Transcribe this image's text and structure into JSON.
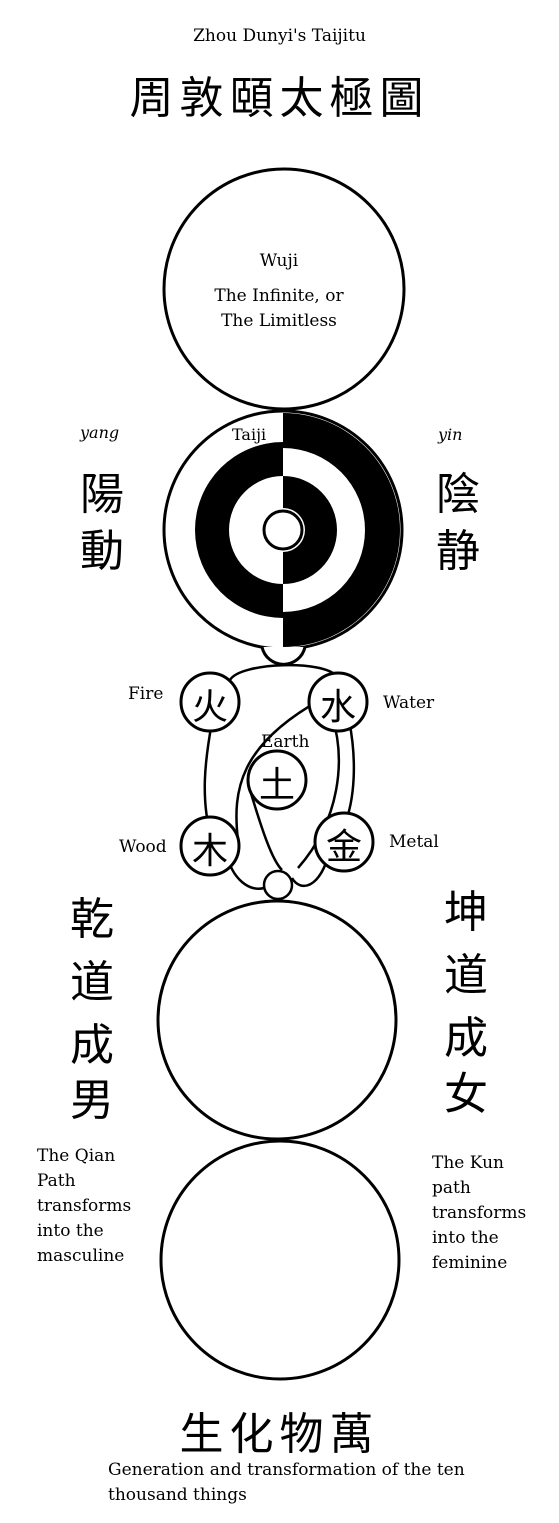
{
  "header": {
    "title_en": "Zhou Dunyi's Taijitu",
    "title_zh": "周敦頤太極圖"
  },
  "wuji": {
    "name": "Wuji",
    "desc_line1": "The Infinite, or",
    "desc_line2": "The Limitless"
  },
  "taiji": {
    "name": "Taiji",
    "left_label": "yang",
    "right_label": "yin",
    "left_chars": [
      "陽",
      "動"
    ],
    "right_chars": [
      "陰",
      "静"
    ]
  },
  "elements": {
    "fire": {
      "label": "Fire",
      "char": "火"
    },
    "water": {
      "label": "Water",
      "char": "水"
    },
    "earth": {
      "label": "Earth",
      "char": "土"
    },
    "wood": {
      "label": "Wood",
      "char": "木"
    },
    "metal": {
      "label": "Metal",
      "char": "金"
    }
  },
  "qian": {
    "chars": [
      "乾",
      "道",
      "成",
      "男"
    ],
    "desc": [
      "The Qian",
      "Path",
      "transforms",
      "into the",
      "masculine"
    ]
  },
  "kun": {
    "chars": [
      "坤",
      "道",
      "成",
      "女"
    ],
    "desc": [
      "The Kun",
      "path",
      "transforms",
      "into the",
      "feminine"
    ]
  },
  "footer": {
    "title_zh": "生化物萬",
    "desc_line1": "Generation and transformation of the ten",
    "desc_line2": "thousand things"
  },
  "colors": {
    "ink": "#000000",
    "paper": "#ffffff"
  }
}
